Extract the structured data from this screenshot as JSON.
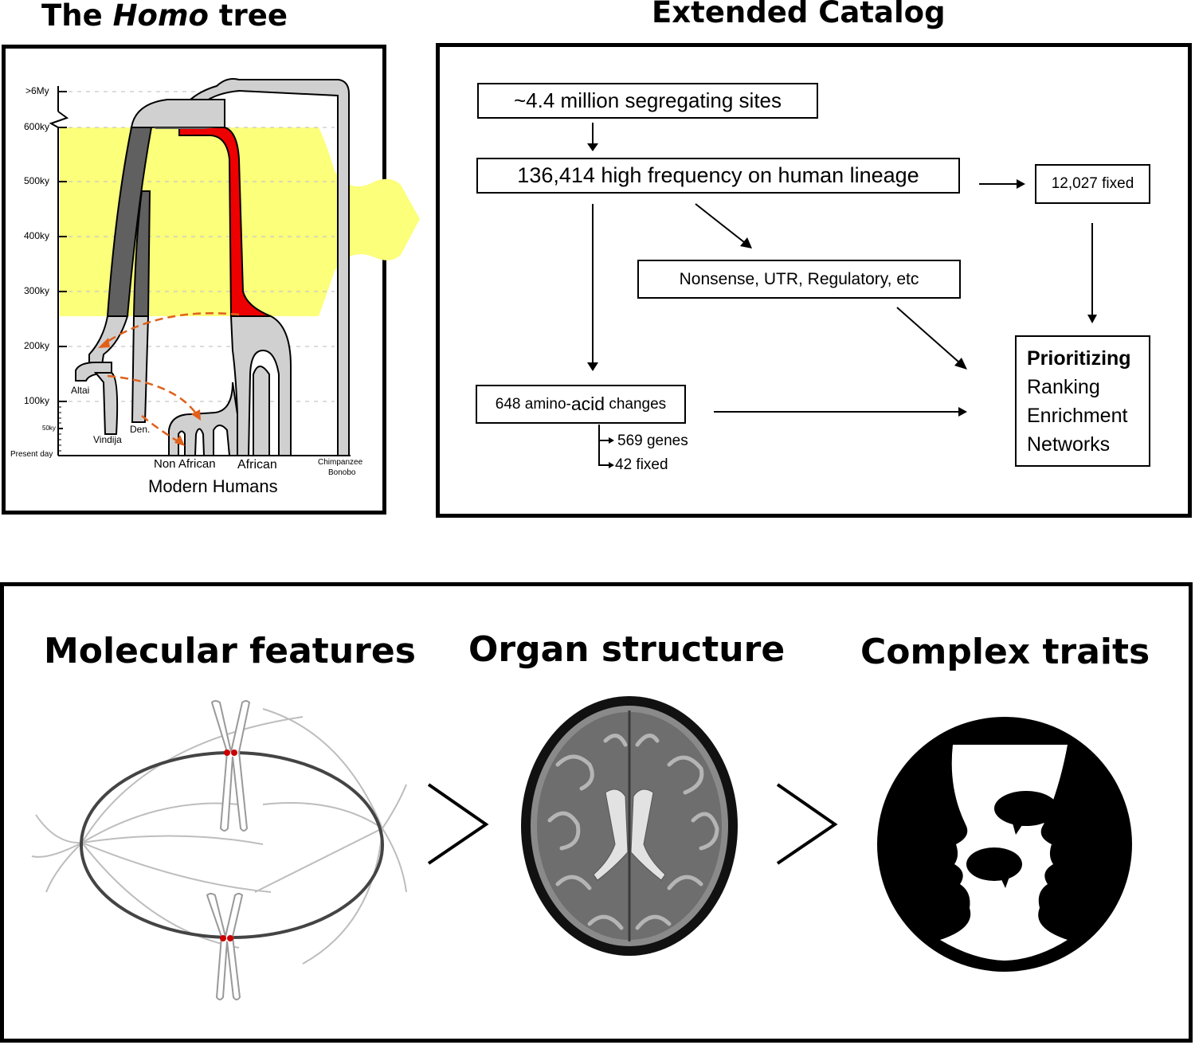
{
  "titles": {
    "homo_prefix": "The",
    "homo_italic": "Homo",
    "homo_suffix": "tree",
    "catalog": "Extended Catalog"
  },
  "tree": {
    "axis_ticks": [
      ">6My",
      "600ky",
      "500ky",
      "400ky",
      "300ky",
      "200ky",
      "100ky",
      "50ky",
      "Present day"
    ],
    "labels": {
      "altai": "Altai",
      "vindija": "Vindija",
      "den": "Den.",
      "non_african": "Non African",
      "african": "African",
      "chimpanzee": "Chimpanzee",
      "bonobo": "Bonobo",
      "modern_humans": "Modern Humans"
    },
    "colors": {
      "branch": "#d0d0d0",
      "archaic": "#606060",
      "human": "#ee0000",
      "highlight": "#fbff7a",
      "migration": "#e0601a"
    }
  },
  "catalog": {
    "segregating": "~4.4 million segregating sites",
    "high_freq": "136,414 high frequency on human lineage",
    "fixed": "12,027 fixed",
    "nonsense": "Nonsense,  UTR,  Regulatory, etc",
    "amino_prefix": "648 amino-",
    "amino_acid": "acid",
    "amino_suffix": " changes",
    "genes": "569 genes",
    "fixed42": "42 fixed",
    "prioritizing": "Prioritizing",
    "ranking": "Ranking",
    "enrichment": "Enrichment",
    "networks": "Networks"
  },
  "phenotypes": {
    "molecular": "Molecular features",
    "organ": "Organ structure",
    "complex": "Complex traits"
  }
}
